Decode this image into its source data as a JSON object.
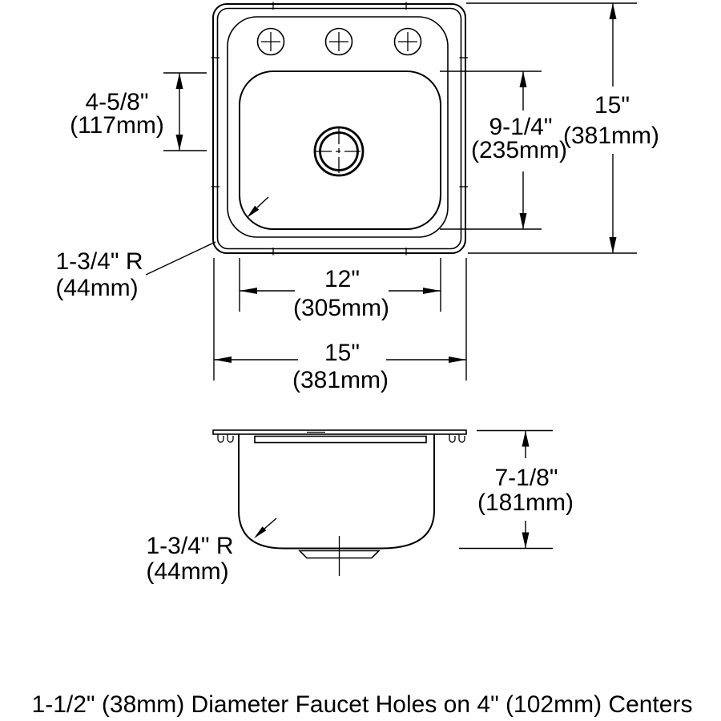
{
  "colors": {
    "line": "#000000",
    "background": "#ffffff"
  },
  "caption": "1-1/2\" (38mm) Diameter Faucet Holes on 4\" (102mm) Centers",
  "top_view": {
    "hole_to_drain": {
      "inches": "4-5/8\"",
      "metric": "(117mm)"
    },
    "bowl_front_to_back": {
      "inches": "9-1/4\"",
      "metric": "(235mm)"
    },
    "overall_front_to_back": {
      "inches": "15\"",
      "metric": "(381mm)"
    },
    "bowl_width": {
      "inches": "12\"",
      "metric": "(305mm)"
    },
    "overall_width": {
      "inches": "15\"",
      "metric": "(381mm)"
    },
    "corner_radius": {
      "radius": "1-3/4\" R",
      "metric": "(44mm)"
    }
  },
  "side_view": {
    "bowl_depth": {
      "inches": "7-1/8\"",
      "metric": "(181mm)"
    },
    "corner_radius": {
      "radius": "1-3/4\" R",
      "metric": "(44mm)"
    }
  }
}
